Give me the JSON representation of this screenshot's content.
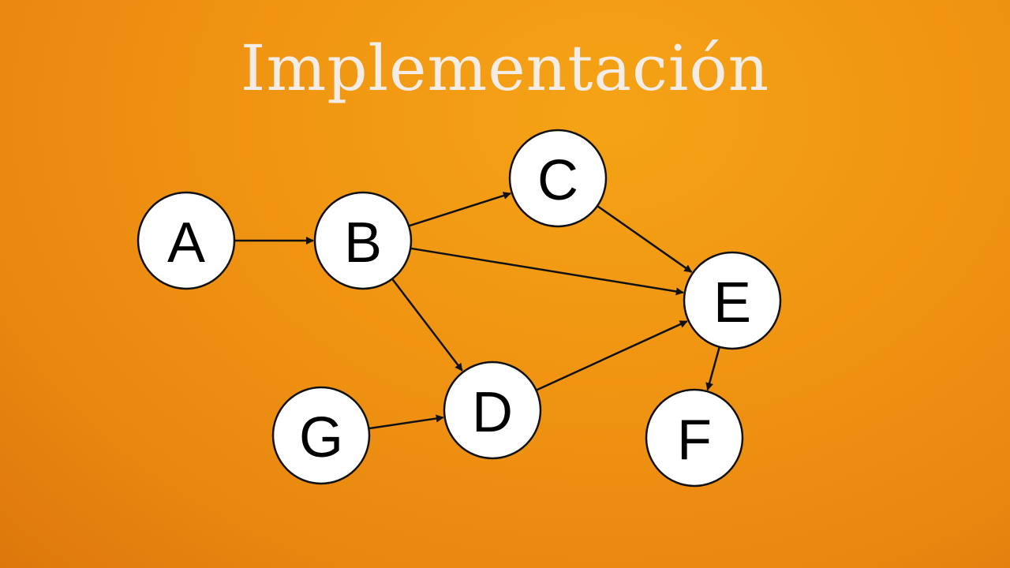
{
  "title": "Implementación",
  "graph": {
    "nodes": [
      {
        "id": "A",
        "label": "A"
      },
      {
        "id": "B",
        "label": "B"
      },
      {
        "id": "C",
        "label": "C"
      },
      {
        "id": "D",
        "label": "D"
      },
      {
        "id": "E",
        "label": "E"
      },
      {
        "id": "F",
        "label": "F"
      },
      {
        "id": "G",
        "label": "G"
      }
    ],
    "edges": [
      {
        "from": "A",
        "to": "B"
      },
      {
        "from": "B",
        "to": "C"
      },
      {
        "from": "B",
        "to": "E"
      },
      {
        "from": "B",
        "to": "D"
      },
      {
        "from": "C",
        "to": "E"
      },
      {
        "from": "D",
        "to": "E"
      },
      {
        "from": "G",
        "to": "D"
      },
      {
        "from": "E",
        "to": "F"
      }
    ]
  },
  "colors": {
    "background": "#f09512",
    "title": "#f4ece6",
    "node_fill": "#ffffff",
    "stroke": "#111111"
  }
}
